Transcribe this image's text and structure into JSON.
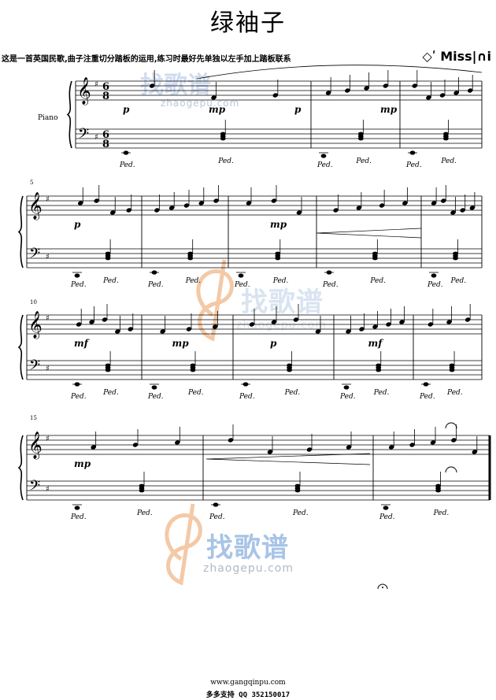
{
  "title": "绿袖子",
  "note": "这是一首英国民歌,曲子注重切分踏板的运用,练习时最好先单独以左手加上踏板联系",
  "composer": "◇ʹ Miss|∩i",
  "instrument": "Piano",
  "time_signature": {
    "top": "6",
    "bottom": "8"
  },
  "watermark": {
    "brand": "找歌谱",
    "url": "zhaogepu.com"
  },
  "systems": [
    {
      "first_measure": "",
      "dynamics": [
        "p",
        "mp",
        "p",
        "mp"
      ]
    },
    {
      "first_measure": "5",
      "dynamics": [
        "p",
        "mp"
      ]
    },
    {
      "first_measure": "10",
      "dynamics": [
        "mf",
        "mp",
        "p",
        "mf"
      ]
    },
    {
      "first_measure": "15",
      "dynamics": [
        "mp"
      ]
    }
  ],
  "pedal_mark": "Ped.",
  "footer": {
    "url": "www.gangqinpu.com",
    "support": "多多支持 QQ 352150017"
  }
}
